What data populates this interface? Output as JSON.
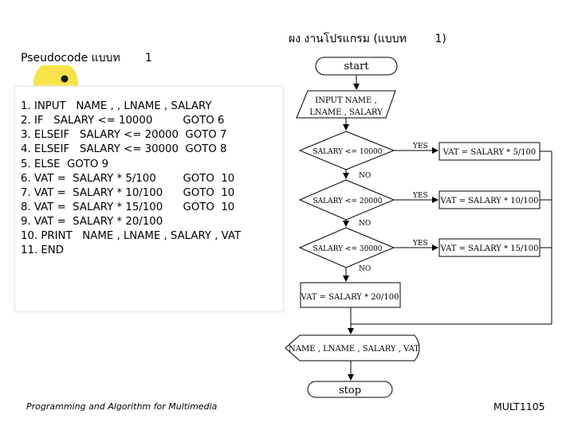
{
  "header": {
    "flowchart_title": "ผง งานโปรแกรม (แบบท        1)",
    "pseudocode_title": "Pseudocode แบบท       1"
  },
  "pseudocode": {
    "lines": [
      "1. INPUT   NAME , , LNAME , SALARY",
      "2. IF   SALARY <= 10000         GOTO 6",
      "3. ELSEIF   SALARY <= 20000  GOTO 7",
      "4. ELSEIF   SALARY <= 30000  GOTO 8",
      "5. ELSE  GOTO 9",
      "6. VAT =  SALARY * 5/100        GOTO  10",
      "7. VAT =  SALARY * 10/100      GOTO  10",
      "8. VAT =  SALARY * 15/100      GOTO  10",
      "9. VAT =  SALARY * 20/100",
      "10. PRINT   NAME , LNAME , SALARY , VAT",
      "11. END"
    ]
  },
  "flowchart": {
    "start": "start",
    "input_line1": "INPUT   NAME ,",
    "input_line2": "LNAME , SALARY",
    "decision1": "SALARY <= 10000",
    "decision2": "SALARY <= 20000",
    "decision3": "SALARY <= 30000",
    "yes": "YES",
    "no": "NO",
    "process1": "VAT =  SALARY * 5/100",
    "process2": "VAT =  SALARY * 10/100",
    "process3": "VAT =  SALARY * 15/100",
    "process4": "VAT =  SALARY * 20/100",
    "output": "NAME , LNAME , SALARY , VAT",
    "stop": "stop"
  },
  "footer": {
    "course": "Programming and Algorithm for Multimedia",
    "code": "MULT1105"
  },
  "colors": {
    "bullet_yellow": "#f7e34a",
    "bullet_dot": "#1a1a1a"
  }
}
